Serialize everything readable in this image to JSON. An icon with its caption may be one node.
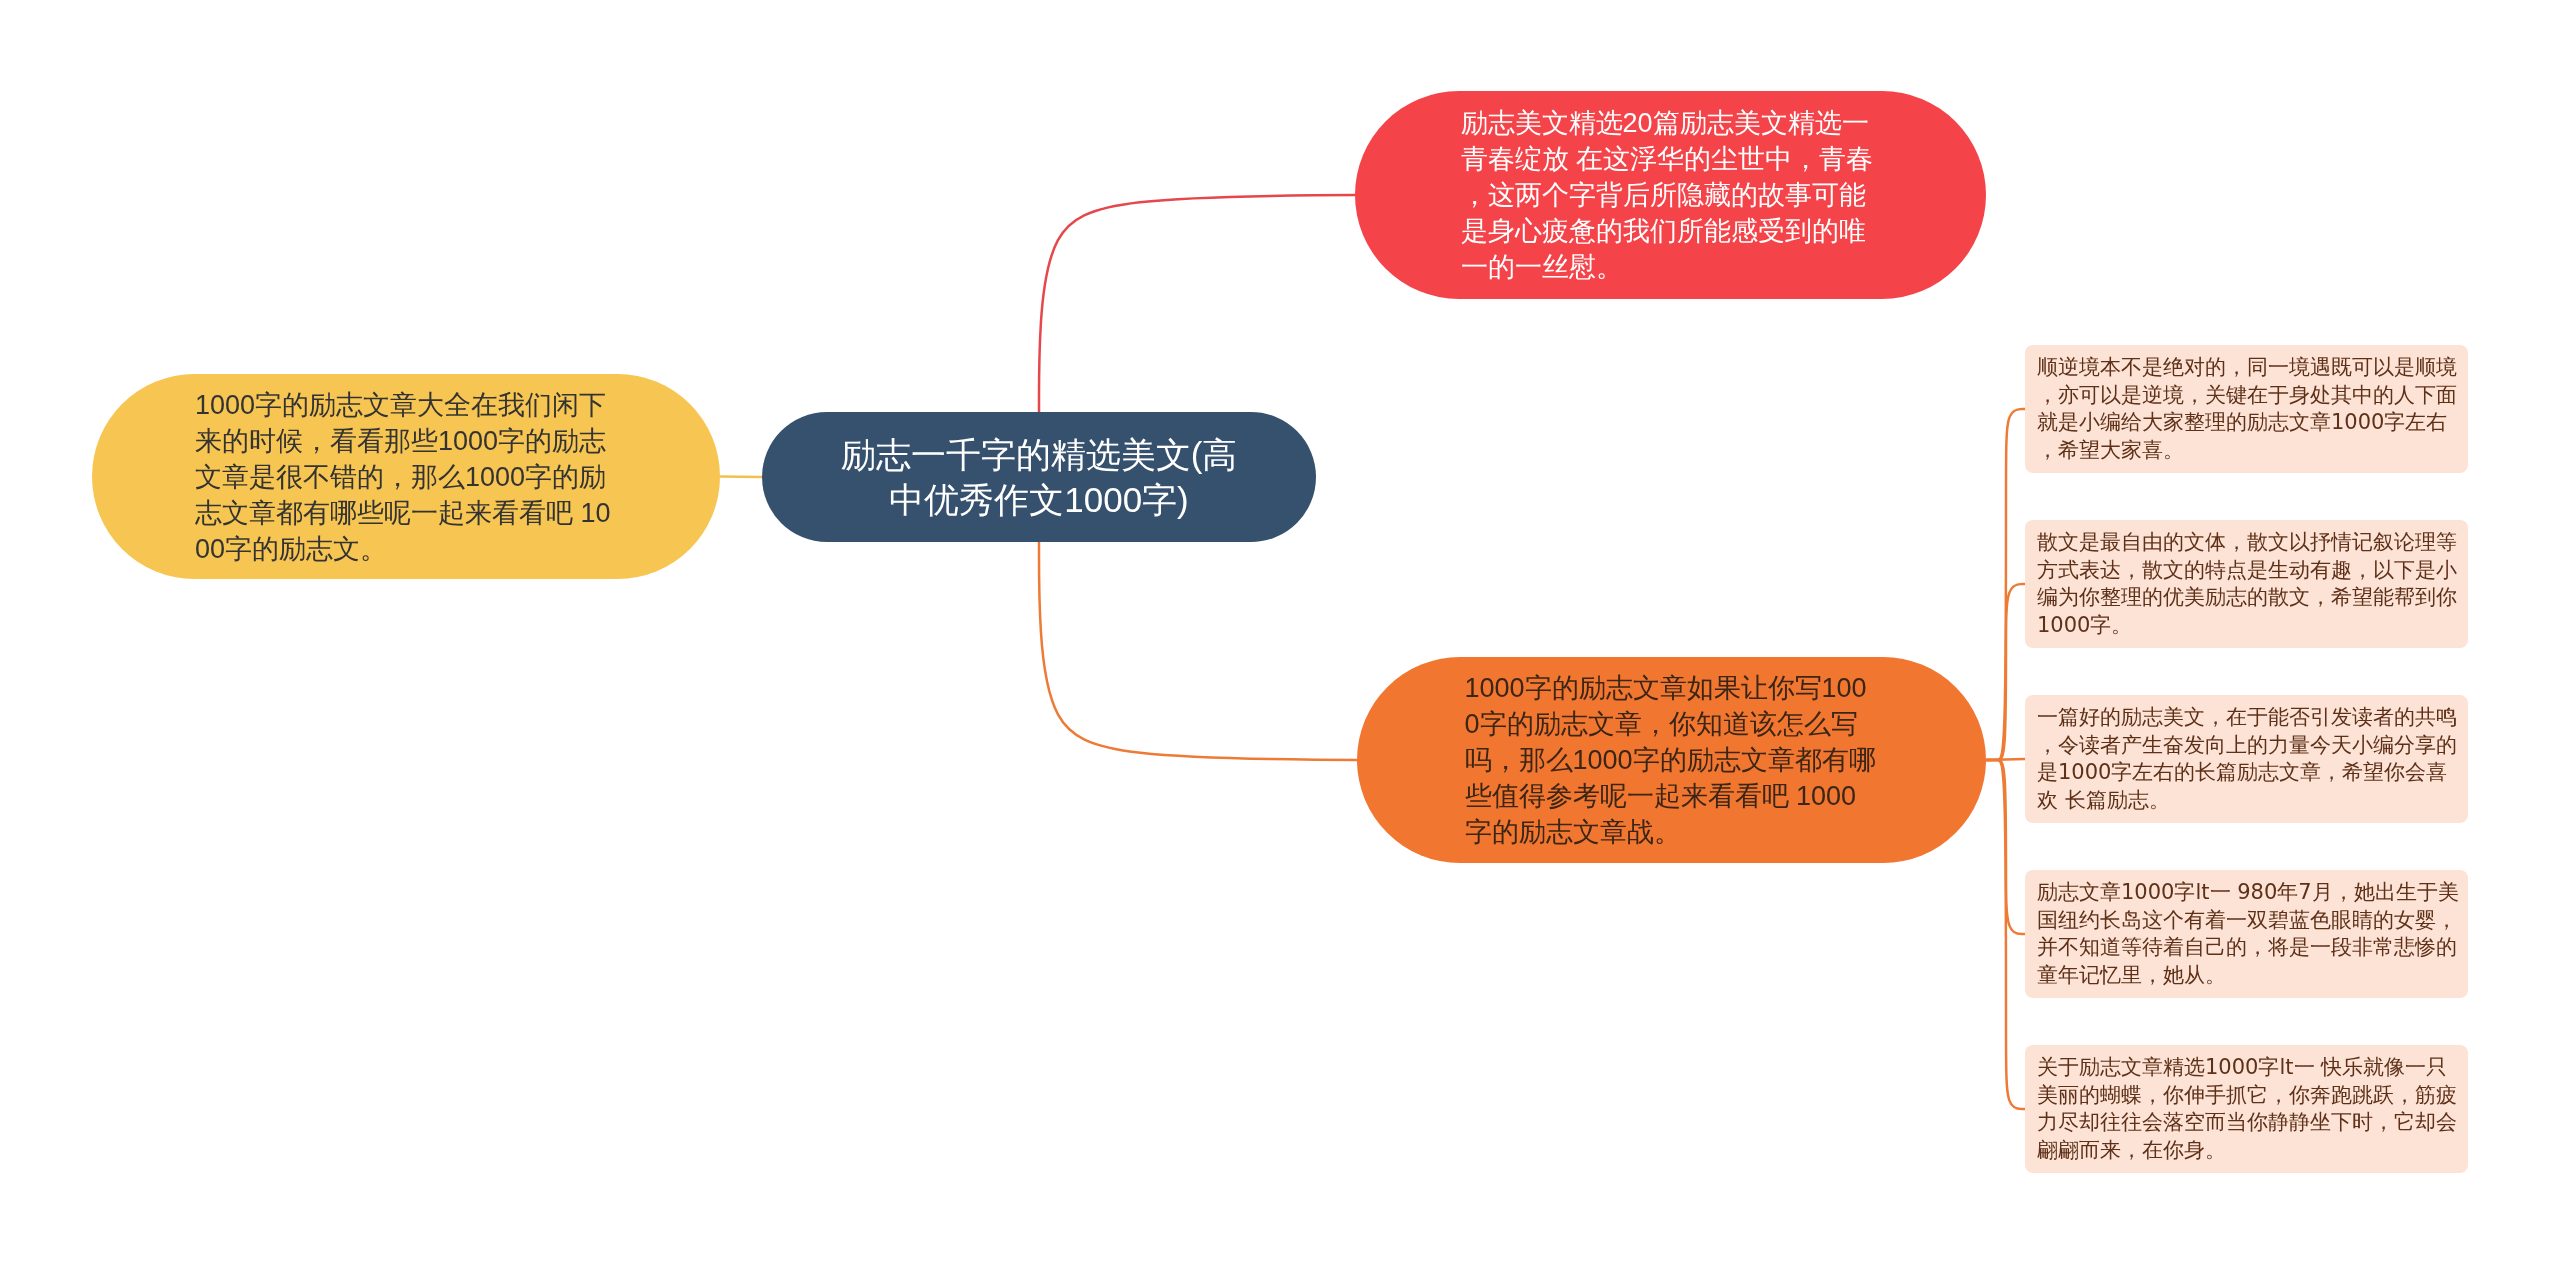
{
  "diagram": {
    "nodes": [
      {
        "text": [
          "励志一千字的精选美文(高中优秀作文1000字)"
        ]
      },
      {
        "text": [
          "励志美文精选20篇励志美文精选一青春绽放 在这浮华的尘世中，青春，这两个字背后所隐藏的故事可能是身心疲惫的我们所能感受到的唯一的一丝慰。"
        ]
      },
      {
        "text": [
          "1000字的励志文章大全在我们闲下来的时候，看看那些1000字的励志文章是很不错的，那么1000字的励志文章都有哪些呢一起来看看吧 1000字的励志文。"
        ]
      },
      {
        "text": [
          "1000字的励志文章如果让你写1000字的励志文章，你知道该怎么写吗，那么1000字的励志文章都有哪些值得参考呢一起来看看吧 1000字的励志文章战。"
        ]
      },
      {
        "text": [
          "顺逆境本不是绝对的，同一境遇既可以是顺境，亦可以是逆境，关键在于身处其中的人下面就是小编给大家整理的励志文章1000字左右，希望大家喜。"
        ]
      },
      {
        "text": [
          "散文是最自由的文体，散文以抒情记叙论理等方式表达，散文的特点是生动有趣，以下是小编为你整理的优美励志的散文，希望能帮到你 1000字。"
        ]
      },
      {
        "text": [
          "一篇好的励志美文，在于能否引发读者的共鸣，令读者产生奋发向上的力量今天小编分享的是1000字左右的长篇励志文章，希望你会喜欢 长篇励志。"
        ]
      },
      {
        "text": [
          "励志文章1000字lt一 980年7月，她出生于美国纽约长岛这个有着一双碧蓝色眼睛的女婴，并不知道等待着自己的，将是一段非常悲惨的童年记忆里，她从。"
        ]
      },
      {
        "text": [
          "关于励志文章精选1000字lt一 快乐就像一只美丽的蝴蝶，你伸手抓它，你奔跑跳跃，筋疲力尽却往往会落空而当你静静坐下时，它却会翩翩而来，在你身。"
        ]
      }
    ],
    "edges": [
      {
        "from": 0,
        "to": 1,
        "arrow": "none",
        "color": "#e5474b"
      },
      {
        "from": 0,
        "to": 2,
        "arrow": "none",
        "color": "#f2c04e"
      },
      {
        "from": 0,
        "to": 3,
        "arrow": "none"
      },
      {
        "from": 3,
        "to": 4,
        "arrow": "none"
      },
      {
        "from": 3,
        "to": 5,
        "arrow": "none"
      },
      {
        "from": 3,
        "to": 6,
        "arrow": "none"
      },
      {
        "from": 3,
        "to": 7,
        "arrow": "none"
      },
      {
        "from": 3,
        "to": 8,
        "arrow": "none"
      }
    ]
  }
}
